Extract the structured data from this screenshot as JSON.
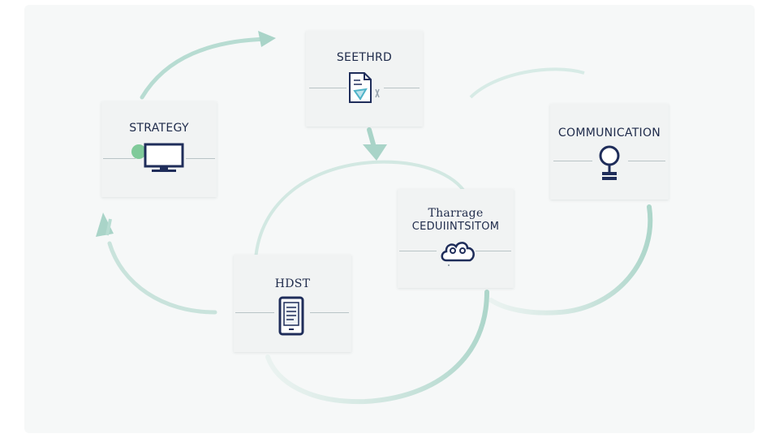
{
  "nodes": {
    "seethrd": {
      "label": "SEETHRD"
    },
    "strategy": {
      "label": "STRATEGY"
    },
    "communication": {
      "label": "COMMUNICATION"
    },
    "tharrage": {
      "label_line1": "Tharrage",
      "label_line2": "CEDUIINTSITOM"
    },
    "hdst": {
      "label": "HDST"
    }
  },
  "colors": {
    "arrow": "#a9d4c8",
    "icon": "#1f2d5a",
    "accent": "#4fb3c8",
    "green": "#6cc28a"
  },
  "icons": {
    "seethrd": "document-icon",
    "strategy": "monitor-icon",
    "communication": "pin-icon",
    "tharrage": "cloud-icon",
    "hdst": "tablet-icon"
  }
}
